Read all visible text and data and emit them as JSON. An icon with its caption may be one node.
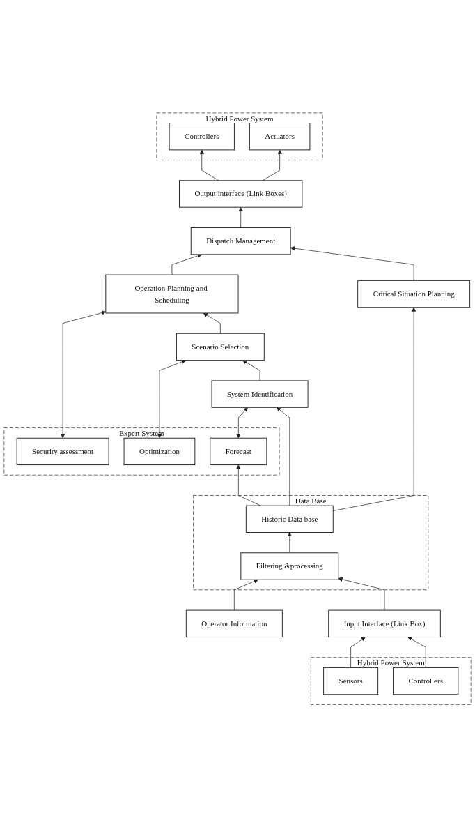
{
  "diagram": {
    "nodes": [
      {
        "text": [
          "Hybrid Power System"
        ]
      },
      {
        "text": [
          "Controllers"
        ],
        "in": 0
      },
      {
        "text": [
          "Actuators"
        ],
        "in": 0
      },
      {
        "text": [
          "Output interface (Link Boxes)"
        ]
      },
      {
        "text": [
          "Dispatch Management"
        ]
      },
      {
        "text": [
          "Expert System"
        ]
      },
      {
        "text": [
          "Security assessment"
        ],
        "in": 5
      },
      {
        "text": [
          "Optimization"
        ],
        "in": 5
      },
      {
        "text": [
          "Forecast"
        ],
        "in": 5
      },
      {
        "text": [
          "Operation Planning and Scheduling"
        ]
      },
      {
        "text": [
          "Scenario Selection"
        ]
      },
      {
        "text": [
          "System Identification"
        ]
      },
      {
        "text": [
          "Critical Situation Planning"
        ]
      },
      {
        "text": [
          "Data Base"
        ]
      },
      {
        "text": [
          "Historic Data base"
        ],
        "in": 13
      },
      {
        "text": [
          "Filtering &processing"
        ],
        "in": 13
      },
      {
        "text": [
          "Operator Information"
        ]
      },
      {
        "text": [
          "Input Interface (Link Box)"
        ]
      },
      {
        "text": [
          "Hybrid Power System"
        ]
      },
      {
        "text": [
          "Sensors"
        ],
        "in": 18
      },
      {
        "text": [
          "Controllers"
        ],
        "in": 18
      }
    ],
    "edges": [
      {
        "from": 3,
        "to": 1,
        "arrow": "to"
      },
      {
        "from": 3,
        "to": 2,
        "arrow": "to"
      },
      {
        "from": 4,
        "to": 3,
        "arrow": "to"
      },
      {
        "from": 9,
        "to": 4,
        "arrow": "to"
      },
      {
        "from": 12,
        "to": 4,
        "arrow": "to"
      },
      {
        "from": 6,
        "to": 9,
        "arrow": "both"
      },
      {
        "from": 10,
        "to": 9,
        "arrow": "to"
      },
      {
        "from": 7,
        "to": 10,
        "arrow": "both"
      },
      {
        "from": 11,
        "to": 10,
        "arrow": "to"
      },
      {
        "from": 8,
        "to": 11,
        "arrow": "both"
      },
      {
        "from": 14,
        "to": 11,
        "arrow": "to"
      },
      {
        "from": 14,
        "to": 8,
        "arrow": "to"
      },
      {
        "from": 14,
        "to": 12,
        "arrow": "to"
      },
      {
        "from": 15,
        "to": 14,
        "arrow": "to"
      },
      {
        "from": 16,
        "to": 15,
        "arrow": "to"
      },
      {
        "from": 17,
        "to": 15,
        "arrow": "to"
      },
      {
        "from": 19,
        "to": 17,
        "arrow": "to"
      },
      {
        "from": 20,
        "to": 17,
        "arrow": "to"
      }
    ]
  }
}
